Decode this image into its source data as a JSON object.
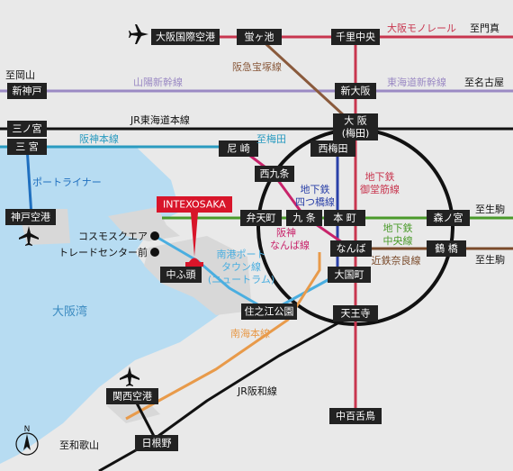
{
  "colors": {
    "sea": "#b7dcf2",
    "land": "#e9e9e9",
    "reclaimed": "#d8d8d8",
    "jr": "#111111",
    "monorail": "#c8364f",
    "hankyu": "#8a5a3c",
    "sanyo_shinkansen": "#9b8ac4",
    "hanshin": "#2a9bc0",
    "port_liner": "#1f6fbf",
    "subway_midosuji": "#c8364f",
    "subway_yotsubashi": "#2a40a8",
    "subway_chuo": "#4a9a2a",
    "hanshin_namba": "#c8236a",
    "kintetsu_nara": "#7a4a2a",
    "nanko_port_town": "#4aaee0",
    "nankai": "#e89a4a",
    "venue": "#d8152a"
  },
  "stations": {
    "itami_airport": "大阪国際空港",
    "hotarugaike": "蛍ヶ池",
    "senri_chuo": "千里中央",
    "shin_kobe": "新神戸",
    "shin_osaka": "新大阪",
    "sannomiya_1": "三ノ宮",
    "sannomiya_2": "三 宮",
    "osaka_umeda_1": "大 阪",
    "osaka_umeda_2": "(梅田)",
    "amagasaki": "尼 崎",
    "nishi_kujo": "西九条",
    "nishi_umeda": "西梅田",
    "kobe_airport": "神戸空港",
    "bentencho": "弁天町",
    "kujo": "九 条",
    "hommachi": "本 町",
    "morinomiya": "森ノ宮",
    "namba": "なんば",
    "tsuruhashi": "鶴 橋",
    "daikokucho": "大国町",
    "nakafuto": "中ふ頭",
    "suminoe_koen": "住之江公園",
    "tennoji": "天王寺",
    "kansai_airport": "関西空港",
    "nakamozu": "中百舌鳥",
    "hineno": "日根野",
    "cosmo_square": "コスモスクエア",
    "trade_center": "トレードセンター前"
  },
  "lines": {
    "osaka_monorail": "大阪モノレール",
    "hankyu_takarazuka": "阪急宝塚線",
    "sanyo_shinkansen": "山陽新幹線",
    "tokaido_shinkansen": "東海道新幹線",
    "jr_tokaido": "JR東海道本線",
    "hanshin_main": "阪神本線",
    "port_liner": "ポートライナー",
    "yotsubashi_1": "地下鉄",
    "yotsubashi_2": "四つ橋線",
    "midosuji_1": "地下鉄",
    "midosuji_2": "御堂筋線",
    "chuo_1": "地下鉄",
    "chuo_2": "中央線",
    "hanshin_namba_1": "阪神",
    "hanshin_namba_2": "なんば線",
    "kintetsu_nara": "近鉄奈良線",
    "nanko_1": "南港ポート",
    "nanko_2": "タウン線",
    "nanko_3": "(ニュートラム)",
    "nankai_main": "南海本線",
    "jr_hanwa": "JR阪和線",
    "hanshin_umeda": "至梅田"
  },
  "destinations": {
    "to_okayama": "至岡山",
    "to_kadoma": "至門真",
    "to_nagoya": "至名古屋",
    "to_ikoma_1": "至生駒",
    "to_ikoma_2": "至生駒",
    "to_wakayama": "至和歌山"
  },
  "places": {
    "osaka_bay": "大阪湾",
    "venue_name": "INTEXOSAKA",
    "north": "N"
  }
}
